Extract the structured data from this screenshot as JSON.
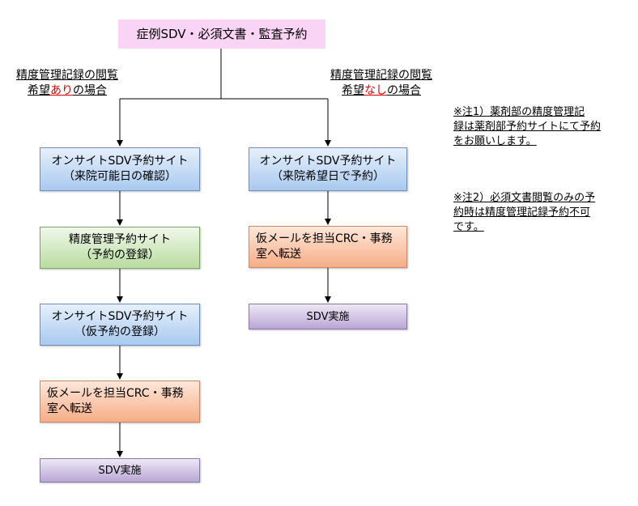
{
  "top": {
    "title": "症例SDV・必須文書・監査予約"
  },
  "branch_left": {
    "line1": "精度管理記録の閲覧",
    "line2_prefix": "希望",
    "line2_mark": "あり",
    "line2_suffix": "の場合"
  },
  "branch_right": {
    "line1": "精度管理記録の閲覧",
    "line2_prefix": "希望",
    "line2_mark": "なし",
    "line2_suffix": "の場合"
  },
  "left_flow": [
    {
      "line1": "オンサイトSDV予約サイト",
      "line2": "（来院可能日の確認）"
    },
    {
      "line1": "精度管理予約サイト",
      "line2": "（予約の登録）"
    },
    {
      "line1": "オンサイトSDV予約サイト",
      "line2": "（仮予約の登録）"
    },
    {
      "line1": "仮メールを担当CRC・事務",
      "line2": "室へ転送"
    },
    {
      "line1": "SDV実施",
      "line2": ""
    }
  ],
  "right_flow": [
    {
      "line1": "オンサイトSDV予約サイト",
      "line2": "（来院希望日で予約）"
    },
    {
      "line1": "仮メールを担当CRC・事務",
      "line2": "室へ転送"
    },
    {
      "line1": "SDV実施",
      "line2": ""
    }
  ],
  "notes": [
    {
      "lines": [
        "※注1）薬剤部の精度管理記",
        "録は薬剤部予約サイトにて予約",
        "をお願いします。"
      ]
    },
    {
      "lines": [
        "※注2）必須文書閲覧のみの予",
        "約時は精度管理記録予約不可",
        "です。"
      ]
    }
  ],
  "colors": {
    "blue": "#a9c9ef",
    "green": "#b9dca0",
    "orange": "#f6ad86",
    "purple": "#b9a6d6",
    "pink": "#f9d4f4",
    "mark_red": "#e00000"
  }
}
